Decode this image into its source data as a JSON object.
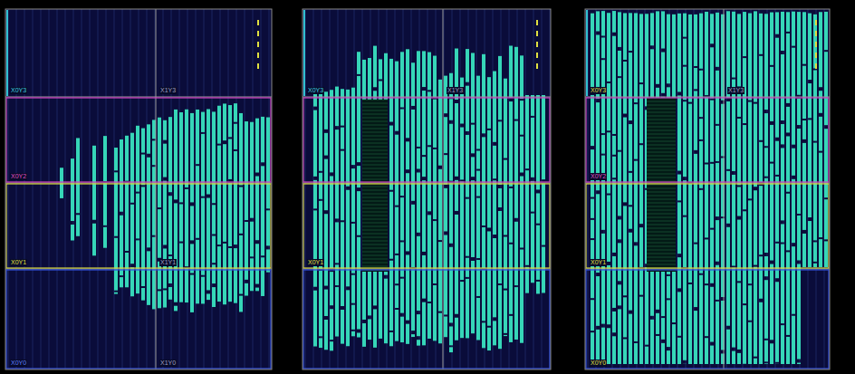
{
  "diagram": {
    "labels": [
      "X0Y3",
      "X1Y3",
      "X0Y2",
      "X0Y1",
      "X1Y1",
      "X0Y0",
      "X1Y0",
      "X0Y3",
      "X1Y3",
      "X0Y1",
      "X0Y3",
      "X1Y3",
      "X0Y2",
      "X0Y1",
      "X0Y0"
    ]
  }
}
